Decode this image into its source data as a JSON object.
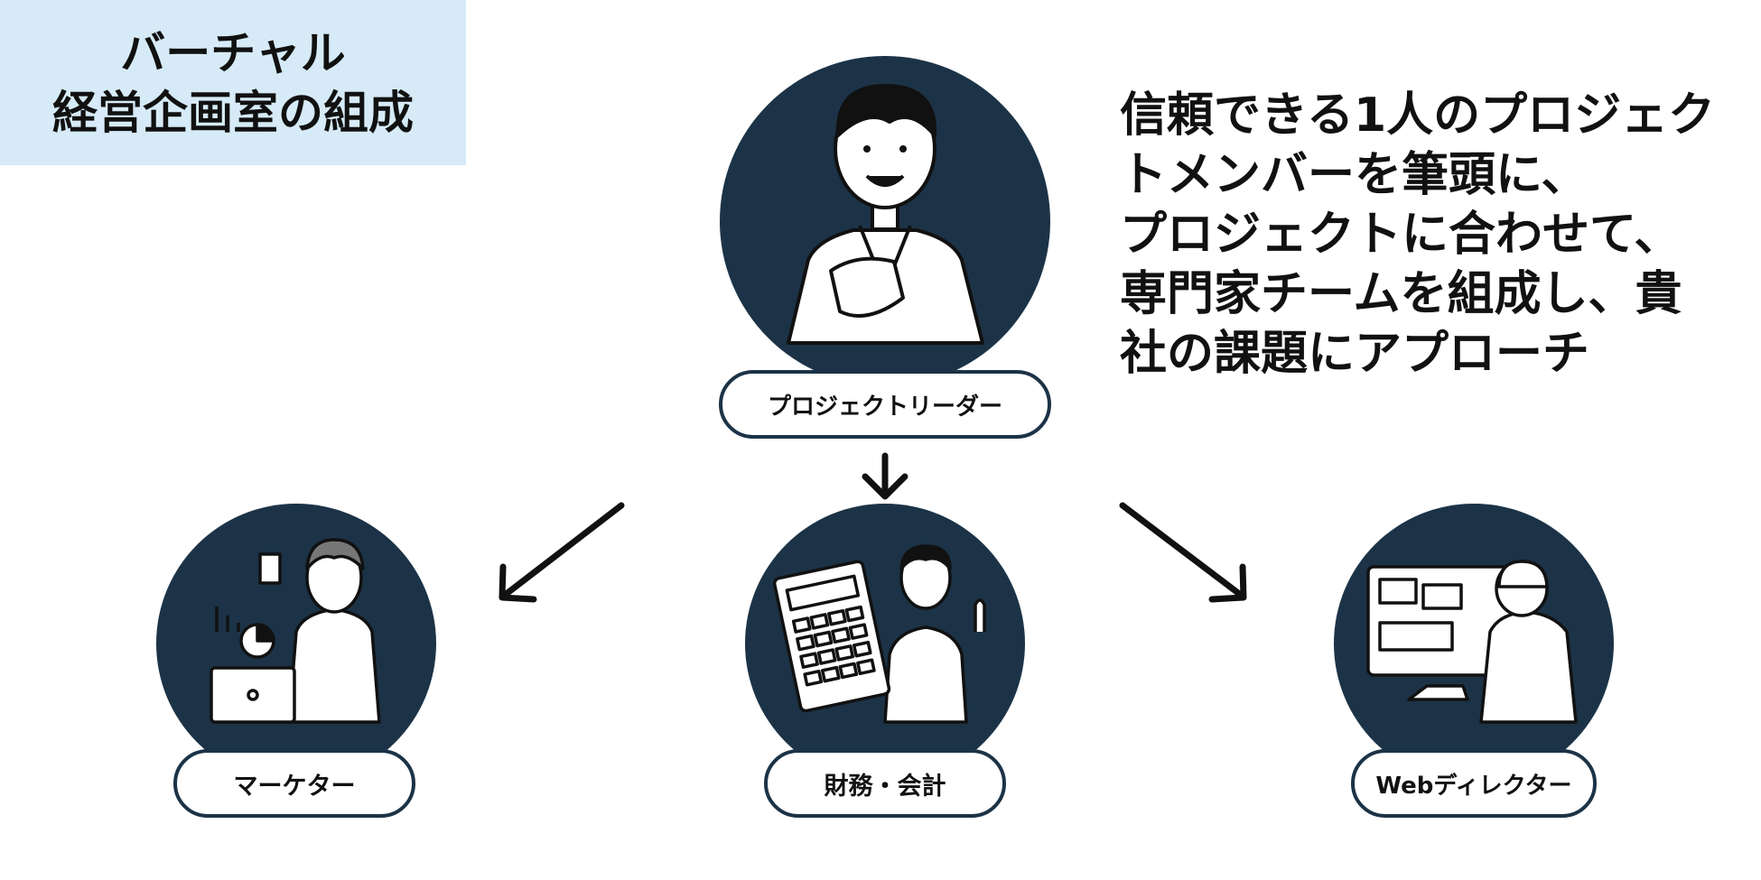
{
  "title": {
    "line1": "バーチャル",
    "line2": "経営企画室の組成"
  },
  "tagline": {
    "lines": [
      "信頼できる1人のプロジェク",
      "トメンバーを筆頭に、",
      "プロジェクトに合わせて、",
      "専門家チームを組成し、貴",
      "社の課題にアプローチ"
    ]
  },
  "roles": {
    "leader": "プロジェクトリーダー",
    "marketer": "マーケター",
    "finance": "財務・会計",
    "web_director": "Webディレクター"
  },
  "colors": {
    "circle": "#1c3347",
    "title_bg": "#d6ebf7",
    "text": "#111111"
  }
}
